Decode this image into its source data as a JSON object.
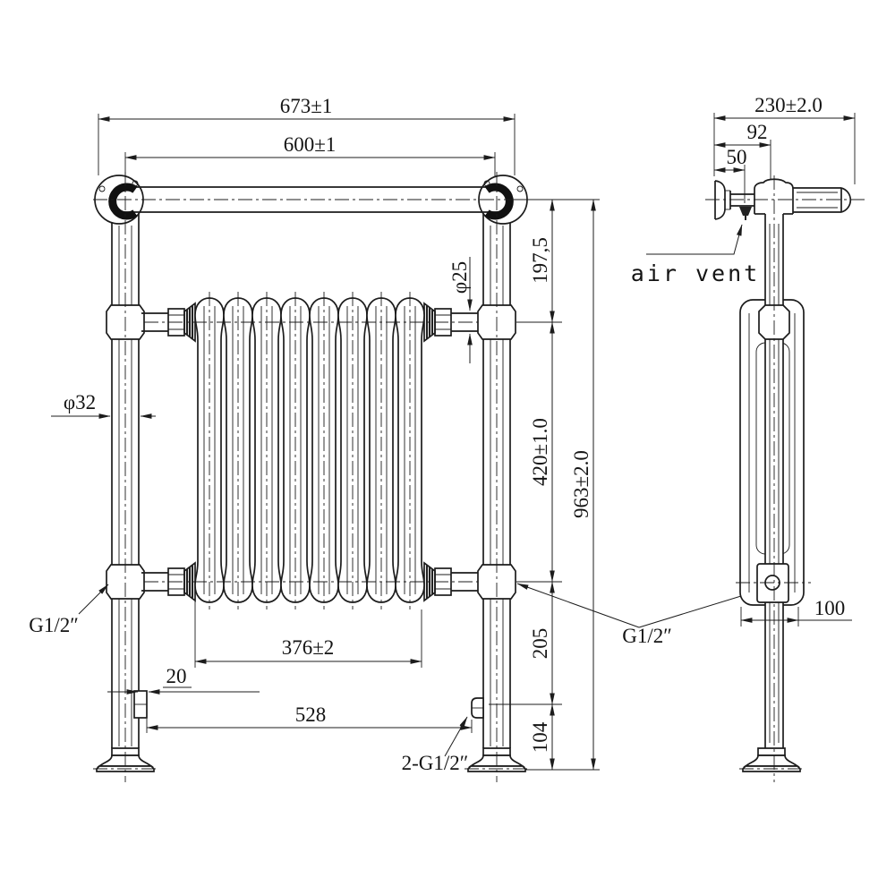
{
  "front": {
    "dims": {
      "overall_width": "673±1",
      "rail_width": "600±1",
      "top_drop": "197,5",
      "rail_pipe_dia": "φ25",
      "upright_pipe_dia": "φ32",
      "radiator_span_height": "420±1.0",
      "overall_height": "963±2.0",
      "lower_drop": "205",
      "inlet_height": "104",
      "radiator_width": "376±2",
      "bracket_offset": "20",
      "inlet_span": "528"
    },
    "labels": {
      "thread_left": "G1/2″",
      "thread_right": "G1/2″",
      "thread_bottom": "2-G1/2″"
    }
  },
  "side": {
    "dims": {
      "overall_depth": "230±2.0",
      "rail_center_depth": "92",
      "air_vent_depth": "50",
      "radiator_depth": "100"
    },
    "labels": {
      "air_vent": "air vent"
    }
  },
  "style": {
    "line_color": "#1c1c1c",
    "background": "#ffffff"
  }
}
